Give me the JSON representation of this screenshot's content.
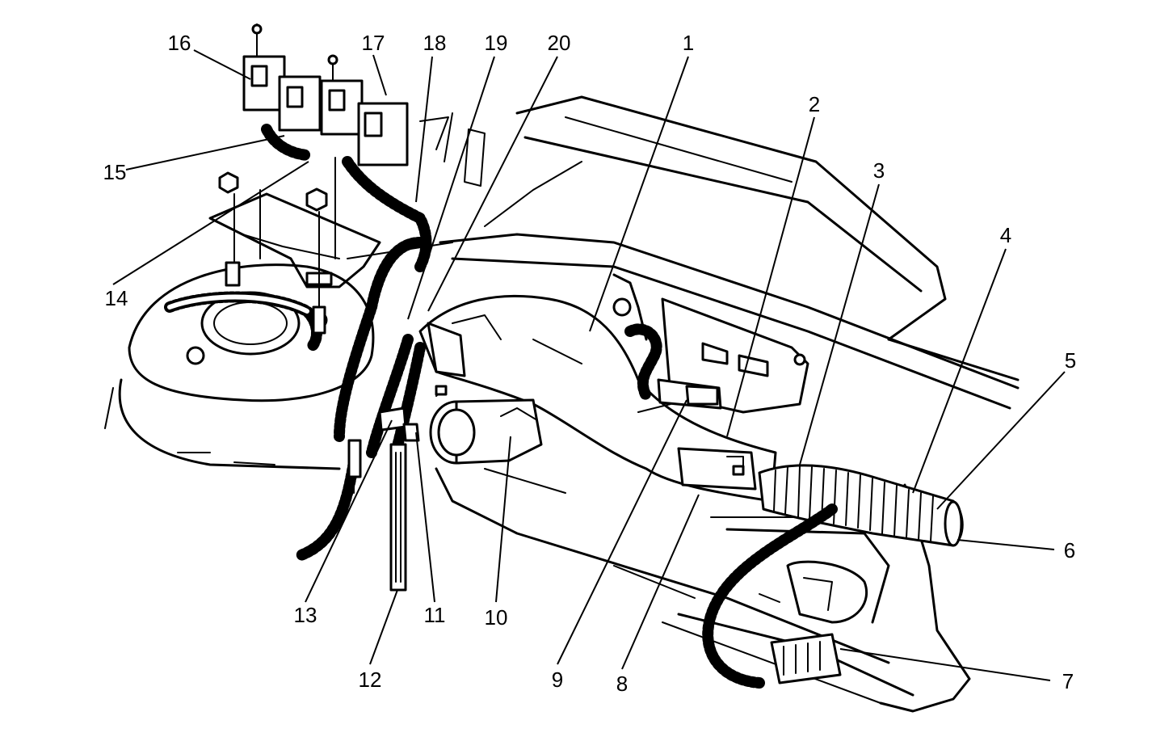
{
  "diagram": {
    "callouts": [
      {
        "id": "1",
        "label": "1"
      },
      {
        "id": "2",
        "label": "2"
      },
      {
        "id": "3",
        "label": "3"
      },
      {
        "id": "4",
        "label": "4"
      },
      {
        "id": "5",
        "label": "5"
      },
      {
        "id": "6",
        "label": "6"
      },
      {
        "id": "7",
        "label": "7"
      },
      {
        "id": "8",
        "label": "8"
      },
      {
        "id": "9",
        "label": "9"
      },
      {
        "id": "10",
        "label": "10"
      },
      {
        "id": "11",
        "label": "11"
      },
      {
        "id": "12",
        "label": "12"
      },
      {
        "id": "13",
        "label": "13"
      },
      {
        "id": "14",
        "label": "14"
      },
      {
        "id": "15",
        "label": "15"
      },
      {
        "id": "16",
        "label": "16"
      },
      {
        "id": "17",
        "label": "17"
      },
      {
        "id": "18",
        "label": "18"
      },
      {
        "id": "19",
        "label": "19"
      },
      {
        "id": "20",
        "label": "20"
      }
    ],
    "colors": {
      "ink": "#000000",
      "paper": "#ffffff"
    }
  }
}
